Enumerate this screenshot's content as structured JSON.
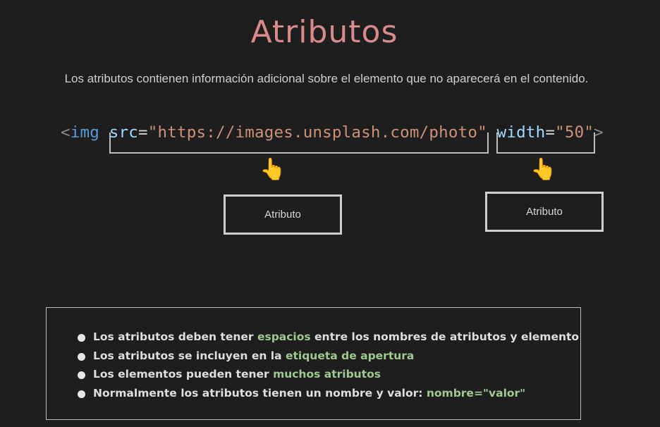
{
  "title": "Atributos",
  "subtitle": "Los atributos contienen información adicional sobre el elemento que no aparecerá en el contenido.",
  "code": {
    "open": "<",
    "tag": "img",
    "space1": " ",
    "attr1": "src",
    "eq1": "=",
    "val1": "\"https://images.unsplash.com/photo\"",
    "space2": " ",
    "attr2": "width",
    "eq2": "=",
    "val2": "\"50\"",
    "close": ">"
  },
  "labels": {
    "attr_box_1": "Atributo",
    "attr_box_2": "Atributo"
  },
  "rules": [
    {
      "before": "Los atributos deben tener ",
      "highlight": "espacios",
      "after": " entre los nombres de atributos y elemento"
    },
    {
      "before": "Los atributos se incluyen en la ",
      "highlight": "etiqueta de apertura",
      "after": ""
    },
    {
      "before": "Los elementos pueden tener ",
      "highlight": "muchos atributos",
      "after": ""
    },
    {
      "before": "Normalmente los atributos tienen un nombre y valor: ",
      "highlight": "nombre=\"valor\"",
      "after": ""
    }
  ],
  "icons": {
    "pointer_1": "pointing-hand-icon",
    "pointer_2": "pointing-hand-icon"
  },
  "colors": {
    "background": "#1e1e1e",
    "title": "#d98a8a",
    "tag": "#569cd6",
    "attribute": "#9cdcfe",
    "string": "#ce9178",
    "highlight": "#9fc98f"
  }
}
